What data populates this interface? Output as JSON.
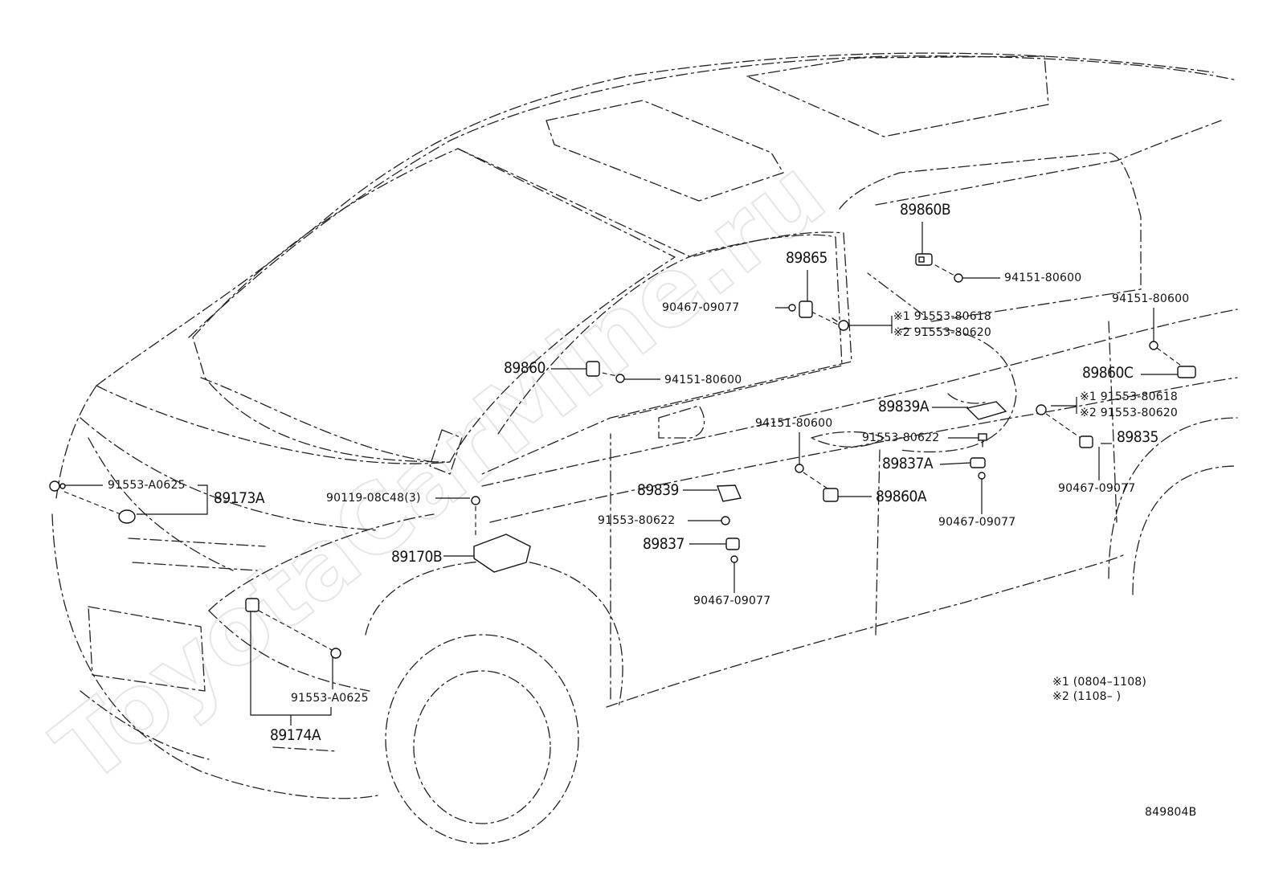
{
  "watermark": "ToyotaCarMine.ru",
  "diagram_id": "849804B",
  "notes": [
    "※1 (0804–1108)",
    "※2 (1108–      )"
  ],
  "labels": {
    "p89860B": "89860B",
    "p94151_80600_a": "94151-80600",
    "p89865": "89865",
    "p90467_09077_a": "90467-09077",
    "n1_91553_80618_a": "※1 91553-80618",
    "n2_91553_80620_a": "※2 91553-80620",
    "p94151_80600_b": "94151-80600",
    "p89860": "89860",
    "p94151_80600_c": "94151-80600",
    "p89860C": "89860C",
    "p89839A": "89839A",
    "n1_91553_80618_b": "※1 91553-80618",
    "n2_91553_80620_b": "※2 91553-80620",
    "p94151_80600_d": "94151-80600",
    "p91553_80622_a": "91553-80622",
    "p89835": "89835",
    "p89837A": "89837A",
    "p90467_09077_b": "90467-09077",
    "p91553_A0625_a": "91553-A0625",
    "p89173A": "89173A",
    "p90119_08C48": "90119-08C48(3)",
    "p89839": "89839",
    "p89860A": "89860A",
    "p91553_80622_b": "91553-80622",
    "p90467_09077_c": "90467-09077",
    "p89837": "89837",
    "p89170B": "89170B",
    "p90467_09077_d": "90467-09077",
    "p91553_A0625_b": "91553-A0625",
    "p89174A": "89174A"
  }
}
